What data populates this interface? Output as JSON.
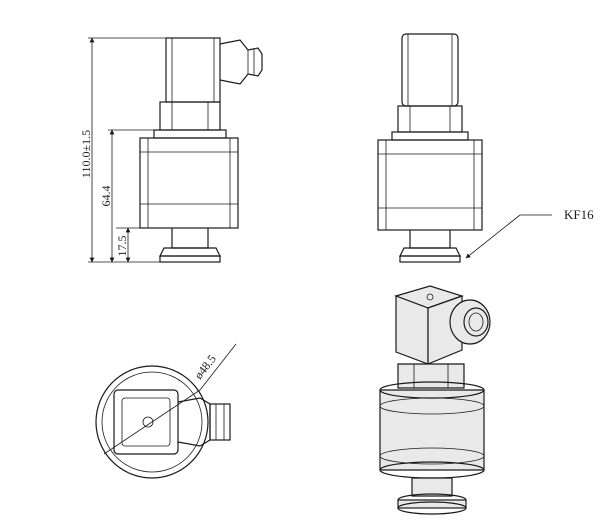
{
  "dimensions": {
    "overall_height": "110.0±1.5",
    "body_height": "64.4",
    "flange_height": "17.5",
    "diameter": "ø48.5"
  },
  "labels": {
    "flange_type": "KF16"
  }
}
